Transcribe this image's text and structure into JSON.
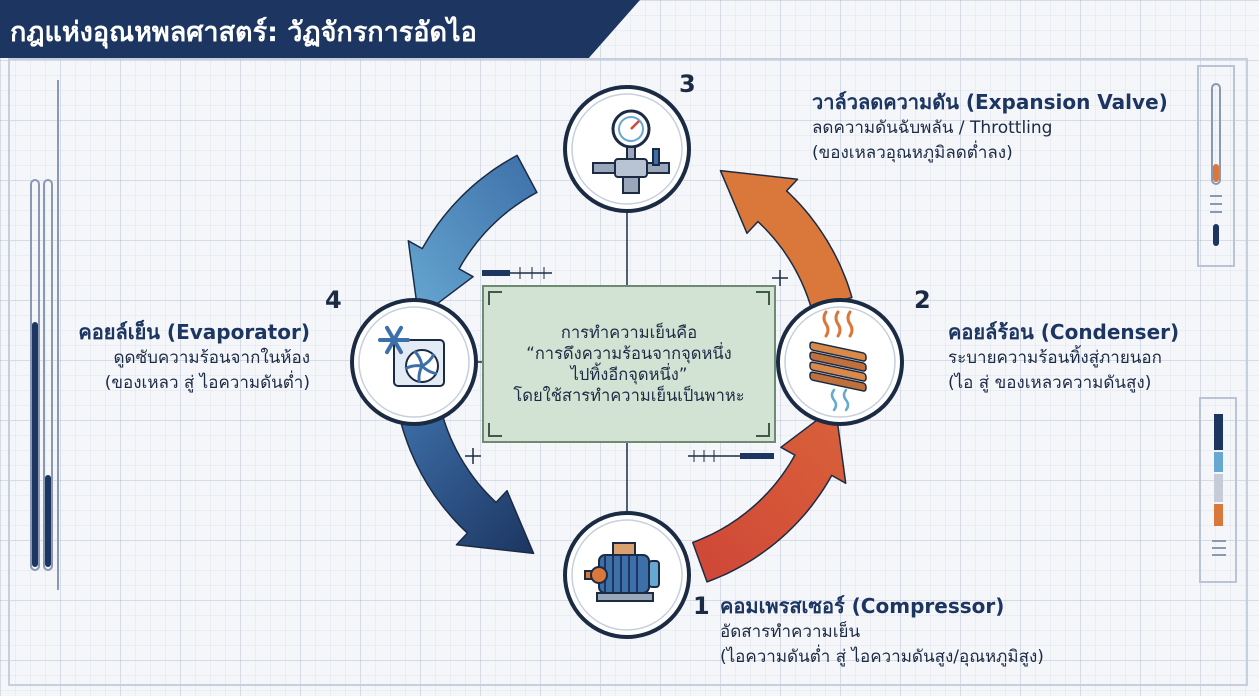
{
  "title": "กฎแห่งอุณหพลศาสตร์: วัฏจักรการอัดไอ",
  "center": {
    "lines": [
      "การทำความเย็นคือ",
      "“การดึงความร้อนจากจุดหนึ่ง",
      "ไปทิ้งอีกจุดหนึ่ง”",
      "โดยใช้สารทำความเย็นเป็นพาหะ"
    ]
  },
  "stages": [
    {
      "number": "1",
      "icon": "electric-motor-icon",
      "heading": "คอมเพรสเซอร์ (Compressor)",
      "lines": [
        "อัดสารทำความเย็น",
        "(ไอความดันต่ำ สู่ ไอความดันสูง/อุณหภูมิสูง)"
      ]
    },
    {
      "number": "2",
      "icon": "condenser-coil-icon",
      "heading": "คอยล์ร้อน (Condenser)",
      "lines": [
        "ระบายความร้อนทิ้งสู่ภายนอก",
        "(ไอ สู่ ของเหลวความดันสูง)"
      ]
    },
    {
      "number": "3",
      "icon": "pressure-gauge-valve-icon",
      "heading": "วาล์วลดความดัน (Expansion Valve)",
      "lines": [
        "ลดความดันฉับพลัน / Throttling",
        "(ของเหลวอุณหภูมิลดต่ำลง)"
      ]
    },
    {
      "number": "4",
      "icon": "snowflake-fan-unit-icon",
      "heading": "คอยล์เย็น (Evaporator)",
      "lines": [
        "ดูดซับความร้อนจากในห้อง",
        "(ของเหลว สู่ ไอความดันต่ำ)"
      ]
    }
  ],
  "colors": {
    "navy": "#1c3561",
    "blue": "#3d6fa8",
    "light_blue": "#67a8d2",
    "orange": "#d9783a",
    "red": "#cf4637",
    "center_fill": "#d2e3d3"
  }
}
